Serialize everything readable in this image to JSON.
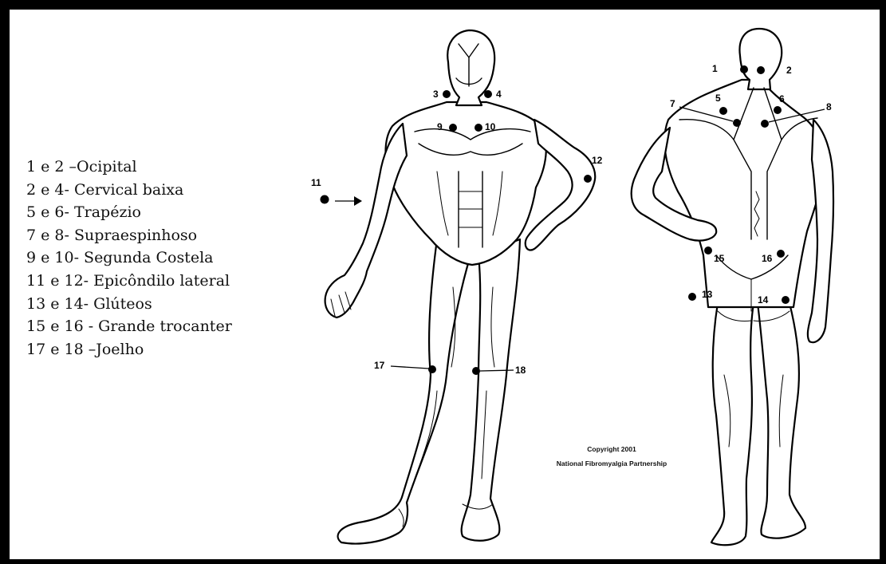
{
  "legend": [
    "1 e 2 –Ocipital",
    "2 e 4- Cervical baixa",
    "5 e 6- Trapézio",
    "7 e 8- Supraespinhoso",
    "9 e 10- Segunda Costela",
    "11 e 12- Epicôndilo lateral",
    "13 e 14- Glúteos",
    "15 e 16 - Grande trocanter",
    "17 e 18 –Joelho"
  ],
  "points": {
    "p1": "1",
    "p2": "2",
    "p3": "3",
    "p4": "4",
    "p5": "5",
    "p6": "6",
    "p7": "7",
    "p8": "8",
    "p9": "9",
    "p10": "10",
    "p11": "11",
    "p12": "12",
    "p13": "13",
    "p14": "14",
    "p15": "15",
    "p16": "16",
    "p17": "17",
    "p18": "18"
  },
  "copyright": {
    "line1": "Copyright 2001",
    "line2": "National Fibromyalgia Partnership"
  }
}
